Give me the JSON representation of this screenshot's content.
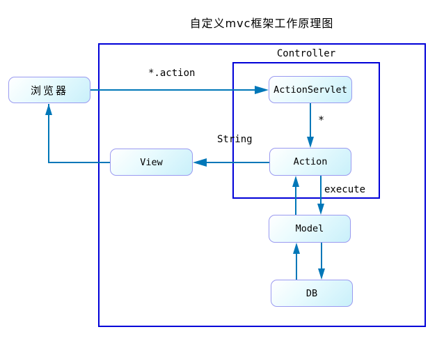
{
  "title": "自定义mvc框架工作原理图",
  "diagram": {
    "outer_container": {
      "role": "system boundary"
    },
    "controller_container": {
      "label": "Controller"
    },
    "nodes": {
      "browser": {
        "label": "浏览器"
      },
      "action_servlet": {
        "label": "ActionServlet"
      },
      "view": {
        "label": "View"
      },
      "action": {
        "label": "Action"
      },
      "model": {
        "label": "Model"
      },
      "db": {
        "label": "DB"
      }
    },
    "edges": {
      "browser_to_action_servlet": {
        "from": "browser",
        "to": "action_servlet",
        "label": "*.action"
      },
      "action_servlet_to_action": {
        "from": "action_servlet",
        "to": "action",
        "label": "*"
      },
      "action_to_view": {
        "from": "action",
        "to": "view",
        "label": "String"
      },
      "view_to_browser": {
        "from": "view",
        "to": "browser",
        "label": ""
      },
      "action_to_model": {
        "from": "action",
        "to": "model",
        "label": "execute"
      },
      "model_to_action": {
        "from": "model",
        "to": "action",
        "label": ""
      },
      "model_to_db": {
        "from": "model",
        "to": "db",
        "label": ""
      },
      "db_to_model": {
        "from": "db",
        "to": "model",
        "label": ""
      }
    },
    "colors": {
      "container_border": "#0000d8",
      "connector": "#0077b8",
      "node_border": "#9a9af0",
      "node_fill_start": "#ffffff",
      "node_fill_end": "#c9f0fa",
      "text": "#000000",
      "background": "#ffffff"
    }
  }
}
